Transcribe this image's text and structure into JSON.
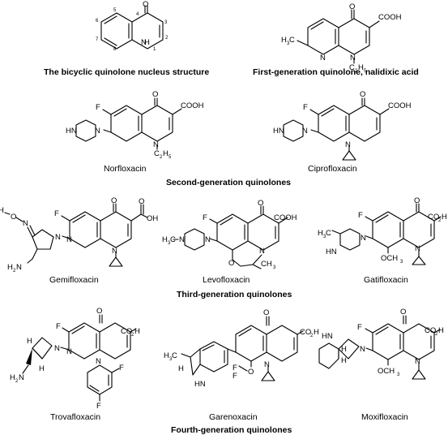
{
  "captions": {
    "nucleus": "The bicyclic quinolone nucleus structure",
    "first_gen": "First-generation quinolone, nalidixic acid",
    "second_gen": "Second-generation quinolones",
    "third_gen": "Third-generation quinolones",
    "fourth_gen": "Fourth-generation quinolones"
  },
  "names": {
    "norfloxacin": "Norfloxacin",
    "ciprofloxacin": "Ciprofloxacin",
    "gemifloxacin": "Gemifloxacin",
    "levofloxacin": "Levofloxacin",
    "gatifloxacin": "Gatifloxacin",
    "trovafloxacin": "Trovafloxacin",
    "garenoxacin": "Garenoxacin",
    "moxifloxacin": "Moxifloxacin"
  },
  "atoms": {
    "O": "O",
    "N": "N",
    "F": "F",
    "H": "H",
    "COOH": "COOH",
    "COH": "CO",
    "sub2": "2",
    "sub3": "3",
    "sub5": "5",
    "C": "C",
    "CH": "CH",
    "HN": "HN",
    "H3C": "H",
    "OCH": "OCH",
    "OH": "OH",
    "H2N": "H",
    "N_letter": "N"
  },
  "ring_numbers": [
    "1",
    "2",
    "3",
    "4",
    "5",
    "6",
    "7",
    "8"
  ]
}
